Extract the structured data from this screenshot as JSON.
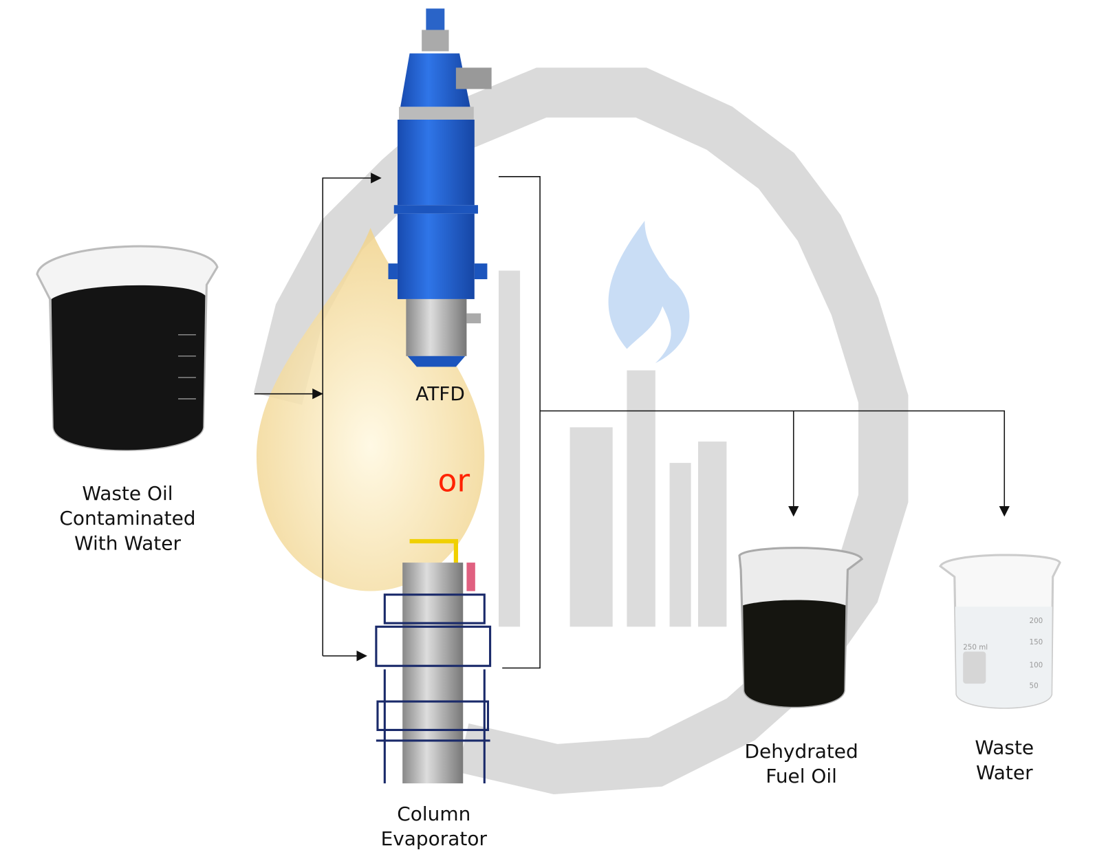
{
  "diagram": {
    "feed": {
      "label_lines": [
        "Waste Oil",
        "Contaminated",
        "With Water"
      ]
    },
    "atfd": {
      "label": "ATFD"
    },
    "alternative": {
      "label": "or",
      "color": "#ff2200"
    },
    "column": {
      "label_lines": [
        "Column",
        "Evaporator"
      ]
    },
    "product_oil": {
      "label_lines": [
        "Dehydrated",
        "Fuel Oil"
      ]
    },
    "product_water": {
      "label_lines": [
        "Waste",
        "Water"
      ]
    },
    "beaker_scale": [
      "250 ml",
      "200",
      "150",
      "100",
      "50"
    ],
    "colors": {
      "watermark": "#d4d4d4",
      "atfd_blue": "#1f5fd0",
      "oil": "#111111",
      "drop": "#f5dc9a"
    }
  }
}
